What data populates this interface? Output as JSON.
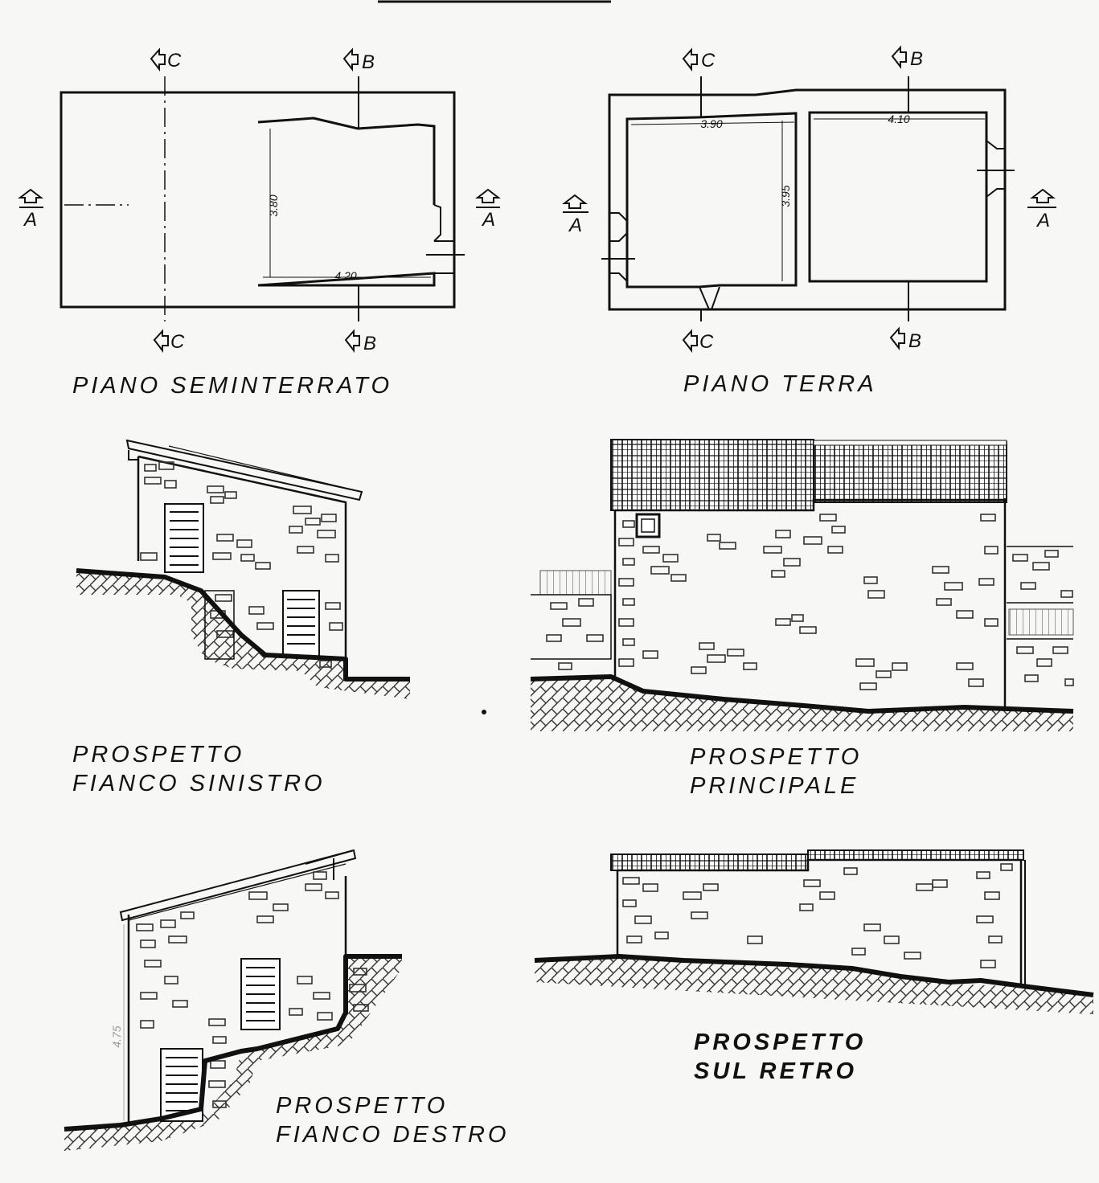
{
  "plans": {
    "basement": {
      "title": "PIANO SEMINTERRATO",
      "dim_width": "4.20",
      "dim_height": "3.80"
    },
    "ground_floor": {
      "title": "PIANO TERRA",
      "dim_left_width": "3.90",
      "dim_right_width": "4.10",
      "dim_height": "3.95"
    },
    "section_labels": {
      "a": "A",
      "b": "B",
      "c": "C"
    }
  },
  "elevations": {
    "left_side": {
      "line1": "PROSPETTO",
      "line2": "FIANCO SINISTRO"
    },
    "main": {
      "line1": "PROSPETTO",
      "line2": "PRINCIPALE"
    },
    "right_side": {
      "line1": "PROSPETTO",
      "line2": "FIANCO DESTRO",
      "dim_height": "4.75"
    },
    "rear": {
      "line1": "PROSPETTO",
      "line2": "SUL RETRO"
    }
  }
}
